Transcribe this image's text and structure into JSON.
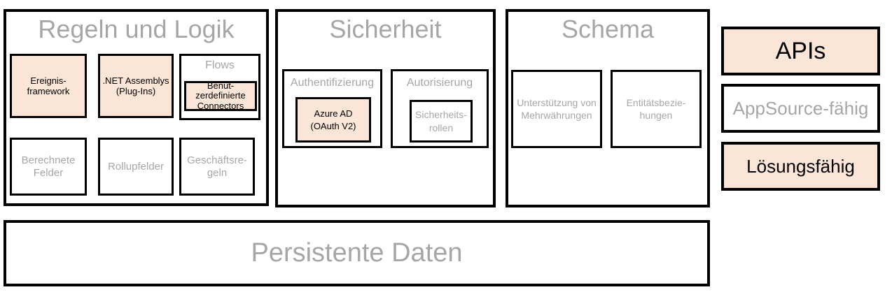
{
  "colors": {
    "peach_fill": "#fbe5d6",
    "gray_text": "#a6a6a6",
    "border": "#000000",
    "background": "#ffffff"
  },
  "sections": {
    "rules_logic": {
      "title": "Regeln und Logik",
      "ereignis_framework": "Ereignis-\nframework",
      "net_assemblys": ".NET Assemblys\n(Plug-Ins)",
      "flows": {
        "label": "Flows",
        "custom_connectors": "Benut-\nzerdefinierte\nConnectors"
      },
      "berechnete_felder": "Berechnete\nFelder",
      "rollupfelder": "Rollupfelder",
      "geschaeftsregeln": "Geschäftsre-\ngeln"
    },
    "sicherheit": {
      "title": "Sicherheit",
      "authentifizierung": {
        "label": "Authentifizierung",
        "azure_ad": "Azure AD\n(OAuth V2)"
      },
      "autorisierung": {
        "label": "Autorisierung",
        "sicherheitsrollen": "Sicherheits-\nrollen"
      }
    },
    "schema": {
      "title": "Schema",
      "mehrwaehrungen": "Unterstützung von\nMehrwährungen",
      "entitaetsbeziehungen": "Entitätsbezie-\nhungen"
    }
  },
  "side_labels": {
    "apis": "APIs",
    "appsource": "AppSource-fähig",
    "loesungsfaehig": "Lösungsfähig"
  },
  "persistent_data": {
    "title": "Persistente Daten"
  }
}
